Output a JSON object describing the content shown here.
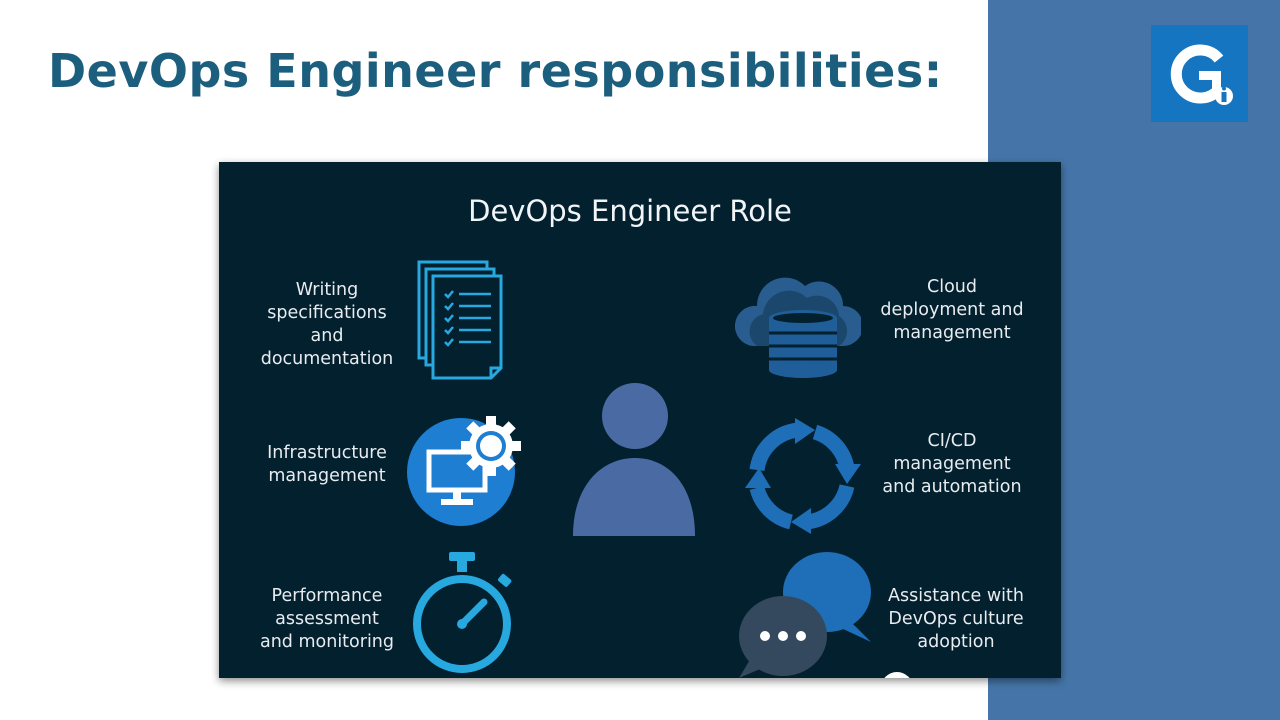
{
  "slide": {
    "title": "DevOps Engineer responsibilities:",
    "logo_text": "Gi"
  },
  "panel": {
    "title": "DevOps Engineer Role",
    "items": [
      {
        "label": "Writing\nspecifications\nand\ndocumentation",
        "icon": "documents-icon"
      },
      {
        "label": "Infrastructure\nmanagement",
        "icon": "monitor-gear-icon"
      },
      {
        "label": "Performance\nassessment\nand monitoring",
        "icon": "stopwatch-icon"
      },
      {
        "label": "Cloud\ndeployment and\nmanagement",
        "icon": "cloud-database-icon"
      },
      {
        "label": "CI/CD\nmanagement\nand automation",
        "icon": "cycle-arrows-icon"
      },
      {
        "label": "Assistance with\nDevOps culture\nadoption",
        "icon": "chat-bubbles-icon"
      }
    ],
    "center_icon": "person-icon"
  },
  "colors": {
    "title": "#1c5e7e",
    "side_band": "#4575a8",
    "logo": "#1575c0",
    "panel_bg": "#03202f",
    "accent_cyan": "#27a9e0",
    "accent_blue": "#1e6fb8",
    "person": "#4a6aa3"
  }
}
